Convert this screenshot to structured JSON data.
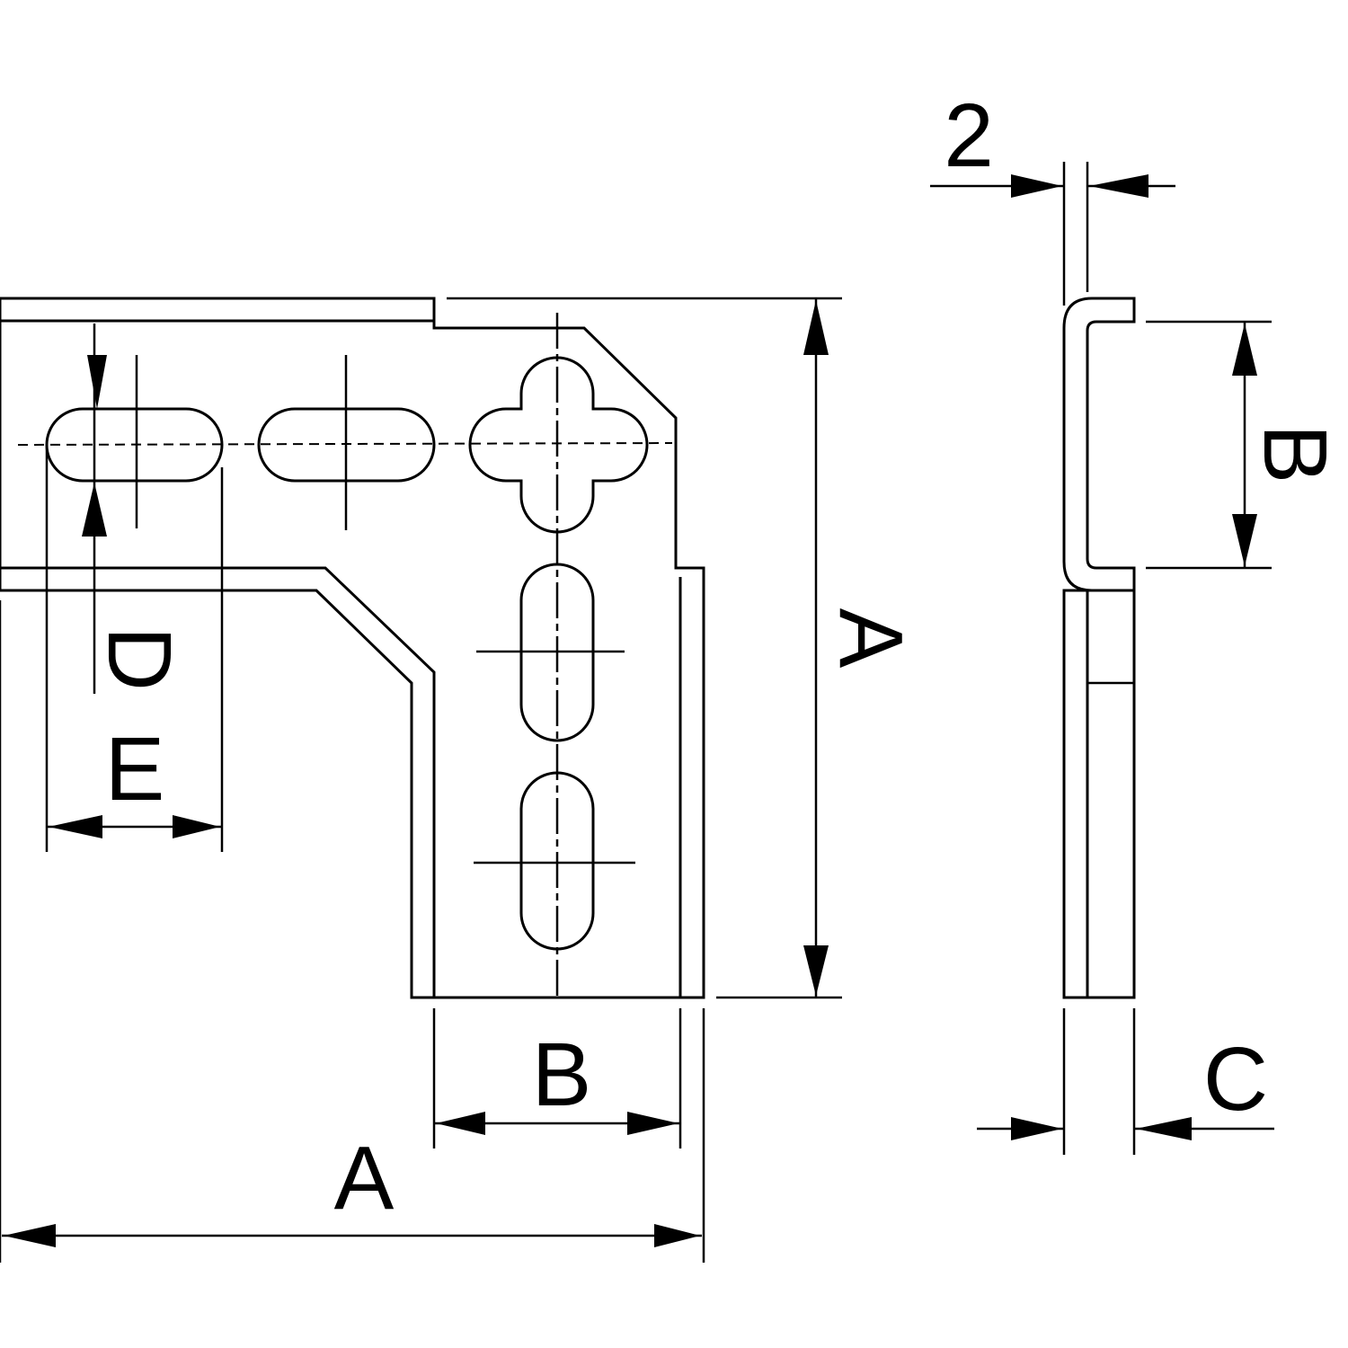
{
  "labels": {
    "dim_a_horizontal": "A",
    "dim_a_vertical": "A",
    "dim_b_bottom": "B",
    "dim_b_side": "B",
    "dim_c": "C",
    "dim_d": "D",
    "dim_e": "E",
    "dim_thickness": "2"
  },
  "colors": {
    "line": "#000000",
    "background": "#ffffff"
  }
}
